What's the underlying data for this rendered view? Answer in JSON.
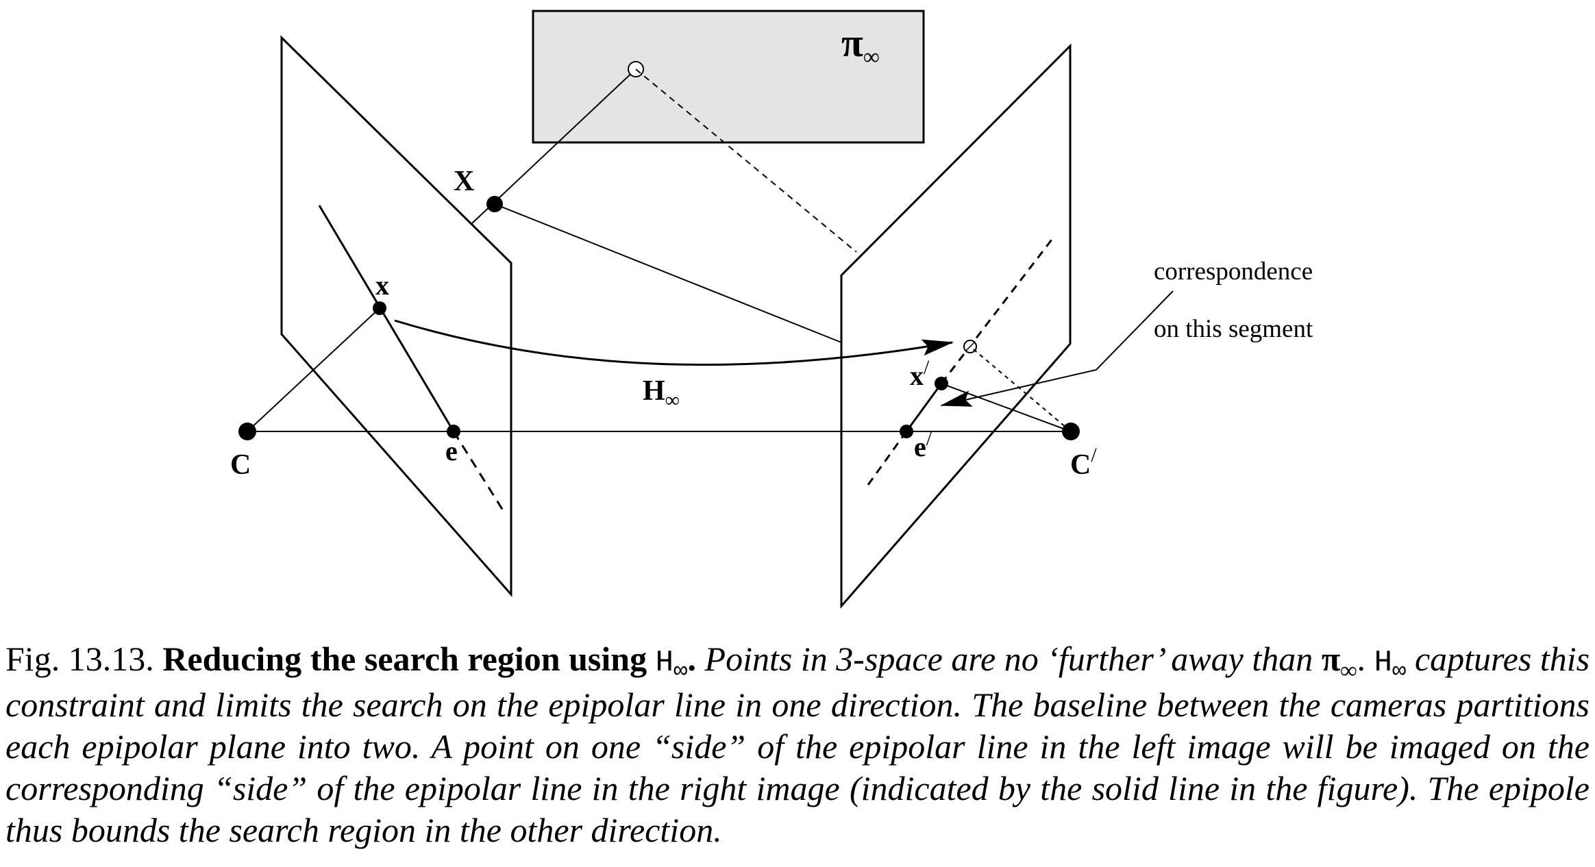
{
  "figure": {
    "labels": {
      "pi_inf": "π",
      "pi_inf_sub": "∞",
      "point_X": "X",
      "point_x": "x",
      "point_x_prime": "x",
      "prime": "/",
      "point_e": "e",
      "point_e_prime": "e",
      "camera_C": "C",
      "camera_C_prime": "C",
      "h_inf": "H",
      "h_inf_sub": "∞",
      "annotation_line1": "correspondence",
      "annotation_line2": "on this segment"
    }
  },
  "caption": {
    "fig_number": "Fig. 13.13.",
    "title_bold": "Reducing the search region using",
    "title_symbol": "H",
    "title_symbol_sub": "∞",
    "title_end": ".",
    "s1": "Points in 3-space are no ‘further’ away than",
    "s1_symbol": "π",
    "s1_symbol_sub": "∞",
    "s1_end": ".",
    "s2_symbol": "H",
    "s2_symbol_sub": "∞",
    "body": "captures this constraint and limits the search on the epipolar line in one direction. The baseline between the cameras partitions each epipolar plane into two. A point on one “side” of the epipolar line in the left image will be imaged on the corresponding “side” of the epipolar line in the right image (indicated by the solid line in the figure). The epipole thus bounds the search region in the other direction."
  }
}
